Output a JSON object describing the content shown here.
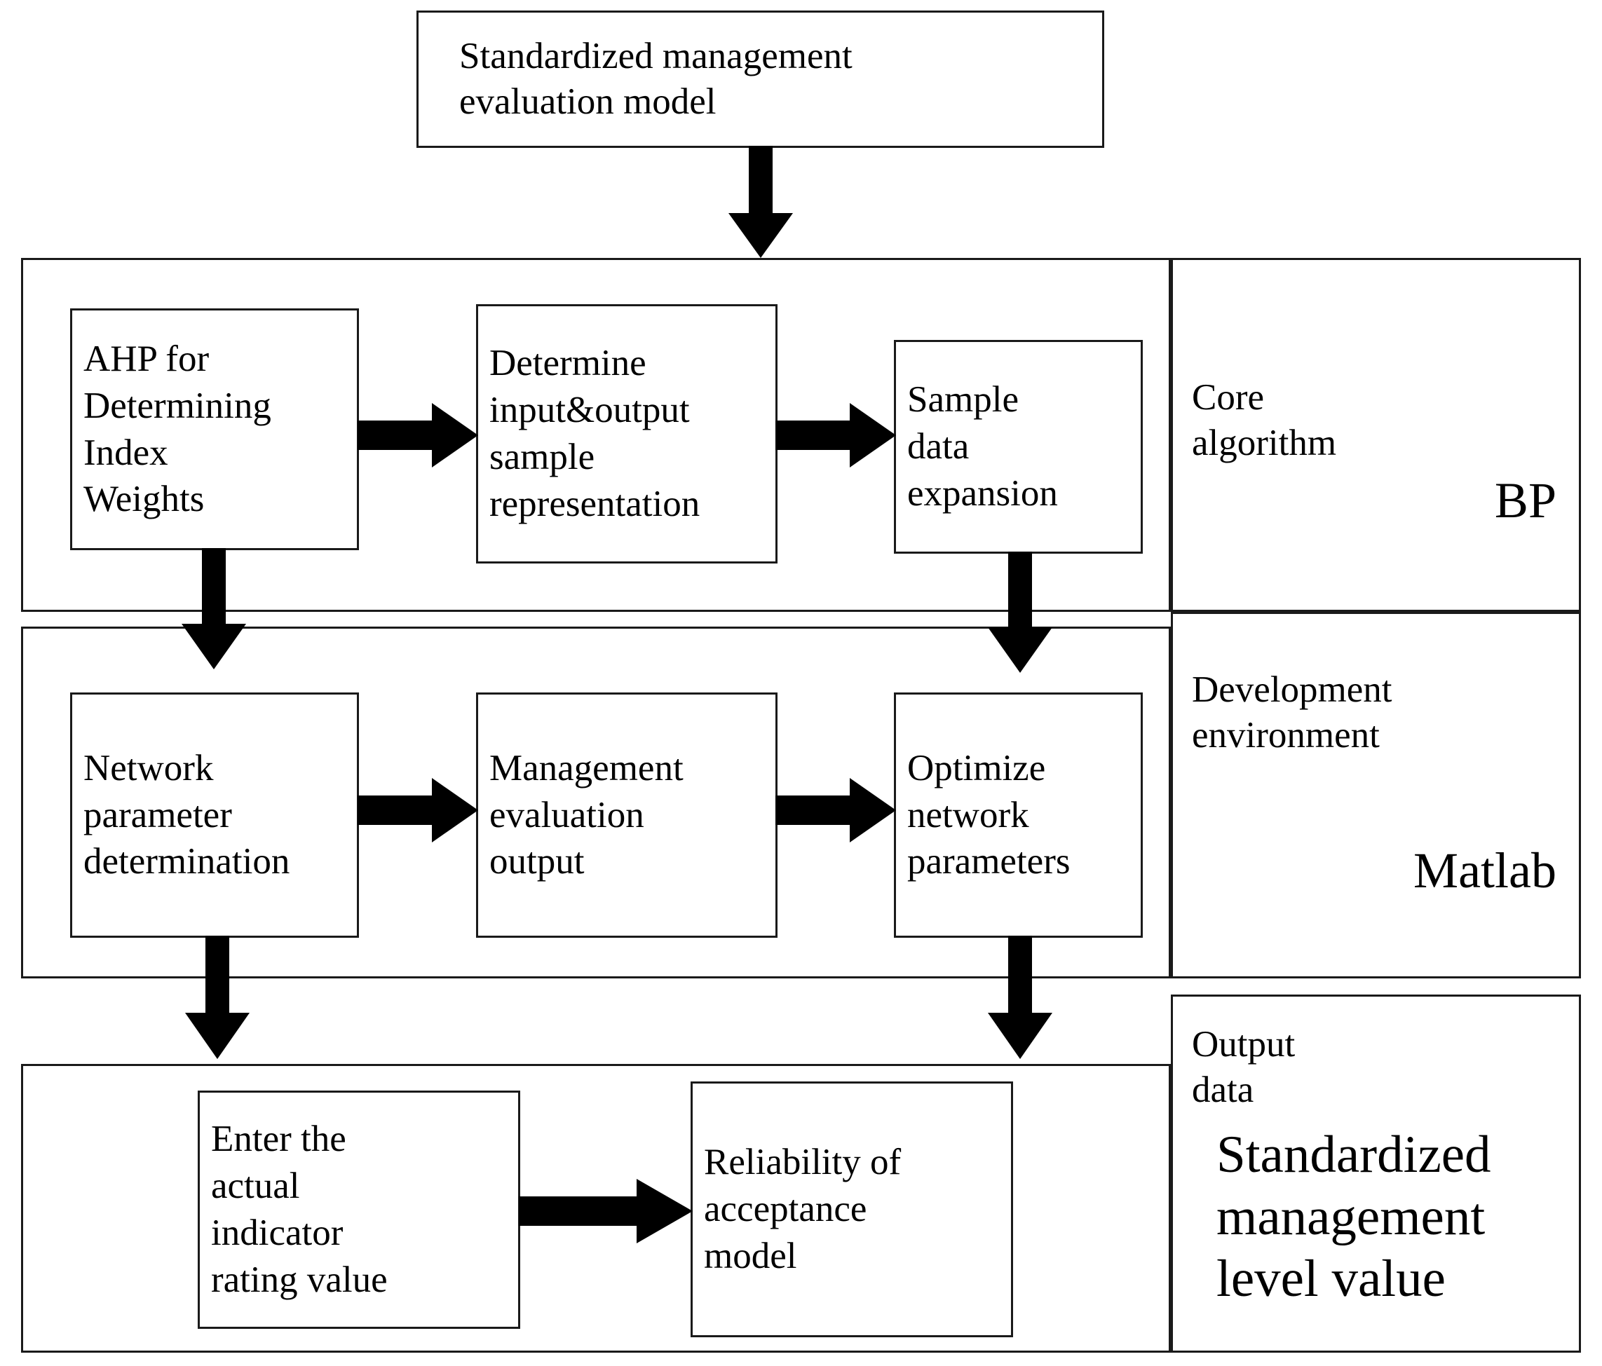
{
  "diagram": {
    "title_box": {
      "text": "Standardized management\nevaluation model"
    },
    "rows": [
      {
        "id": "core-algorithm",
        "side_label": "Core\nalgorithm",
        "side_value": "BP",
        "nodes": [
          {
            "id": "ahp-index-weights",
            "text": "AHP for\nDetermining\nIndex\nWeights"
          },
          {
            "id": "determine-sample-representation",
            "text": "Determine\ninput&output\nsample\nrepresentation"
          },
          {
            "id": "sample-data-expansion",
            "text": "Sample\ndata\nexpansion"
          }
        ]
      },
      {
        "id": "development-environment",
        "side_label": "Development\nenvironment",
        "side_value": "Matlab",
        "nodes": [
          {
            "id": "network-parameter-determination",
            "text": "Network\nparameter\ndetermination"
          },
          {
            "id": "management-evaluation-output",
            "text": "Management\nevaluation\noutput"
          },
          {
            "id": "optimize-network-parameters",
            "text": "Optimize\nnetwork\nparameters"
          }
        ]
      },
      {
        "id": "output-data",
        "side_label": "Output\ndata",
        "side_value": "Standardized\nmanagement\nlevel value",
        "nodes": [
          {
            "id": "enter-actual-indicator-rating-value",
            "text": "Enter the\nactual\nindicator\nrating value"
          },
          {
            "id": "reliability-of-acceptance-model",
            "text": "Reliability of\nacceptance\nmodel"
          }
        ]
      }
    ],
    "connections": [
      {
        "id": "title-to-row1",
        "from": "Standardized management evaluation model",
        "to": "Core algorithm row",
        "direction": "down"
      },
      {
        "id": "ahp-to-determine",
        "from": "AHP for Determining Index Weights",
        "to": "Determine input&output sample representation",
        "direction": "right"
      },
      {
        "id": "determine-to-sample",
        "from": "Determine input&output sample representation",
        "to": "Sample data expansion",
        "direction": "right"
      },
      {
        "id": "ahp-to-network",
        "from": "AHP for Determining Index Weights",
        "to": "Network parameter determination",
        "direction": "down"
      },
      {
        "id": "sample-to-optimize",
        "from": "Sample data expansion",
        "to": "Optimize network parameters",
        "direction": "down"
      },
      {
        "id": "network-to-management",
        "from": "Network parameter determination",
        "to": "Management evaluation output",
        "direction": "right"
      },
      {
        "id": "management-to-optimize",
        "from": "Management evaluation output",
        "to": "Optimize network parameters",
        "direction": "right"
      },
      {
        "id": "network-to-enter",
        "from": "Network parameter determination",
        "to": "Output data row",
        "direction": "down"
      },
      {
        "id": "optimize-to-output",
        "from": "Optimize network parameters",
        "to": "Output data row",
        "direction": "down"
      },
      {
        "id": "enter-to-reliability",
        "from": "Enter the actual indicator rating value",
        "to": "Reliability of acceptance model",
        "direction": "right"
      }
    ],
    "colors": {
      "stroke": "#1a1a1a",
      "background": "#ffffff",
      "text": "#000000"
    }
  }
}
